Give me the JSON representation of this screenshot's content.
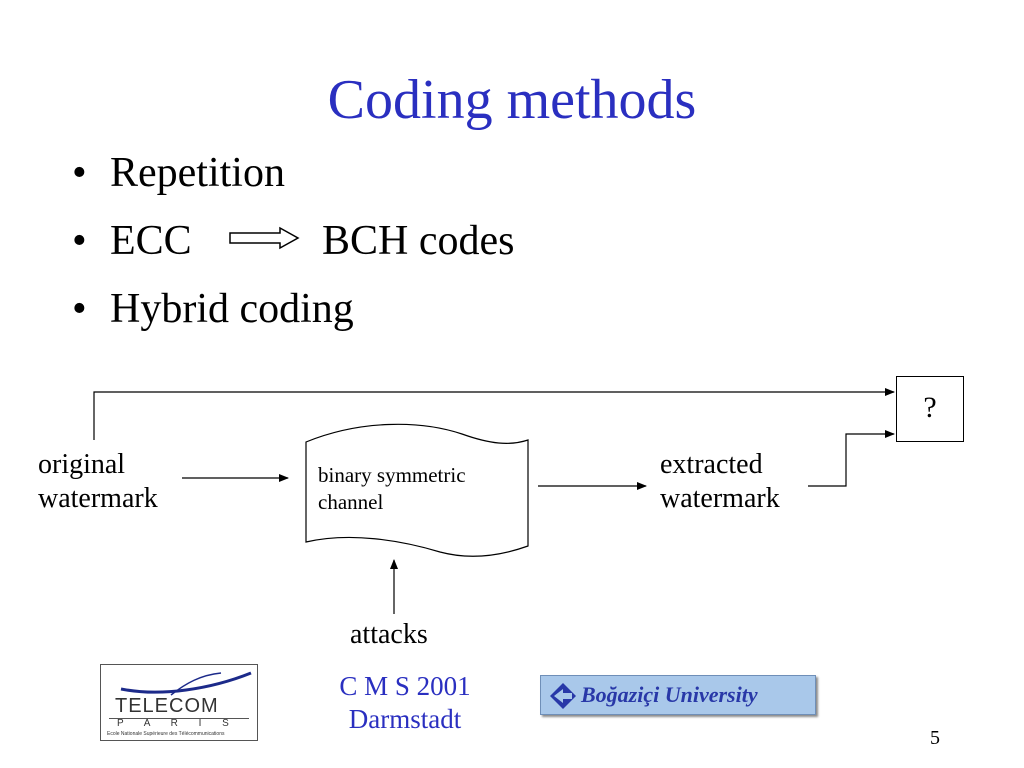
{
  "slide": {
    "title": "Coding methods",
    "bullets": [
      {
        "label": "Repetition"
      },
      {
        "label": "ECC",
        "target": "BCH codes"
      },
      {
        "label": "Hybrid coding"
      }
    ],
    "bullet_glyph": "•"
  },
  "diagram": {
    "input_line1": "original",
    "input_line2": "watermark",
    "channel_line1": "binary symmetric",
    "channel_line2": "channel",
    "output_line1": "extracted",
    "output_line2": "watermark",
    "attacks": "attacks",
    "comparator": "?"
  },
  "footer": {
    "conference_line1": "C M S 2001",
    "conference_line2": "Darmstadt",
    "page_number": "5"
  },
  "logos": {
    "telecom_main": "TELECOM",
    "telecom_city": "P A R I S",
    "telecom_tagline": "École Nationale Supérieure des Télécommunications",
    "bogazici_name": "Boğaziçi University"
  },
  "colors": {
    "title": "#2a2fc0",
    "footer": "#2a2fc0",
    "bogazici_bg": "#a9c8ea",
    "bogazici_text": "#2838a8"
  },
  "icons": {
    "implies_arrow": "hollow-right-arrow-icon",
    "bogazici_emblem": "diamond-arrow-icon"
  }
}
